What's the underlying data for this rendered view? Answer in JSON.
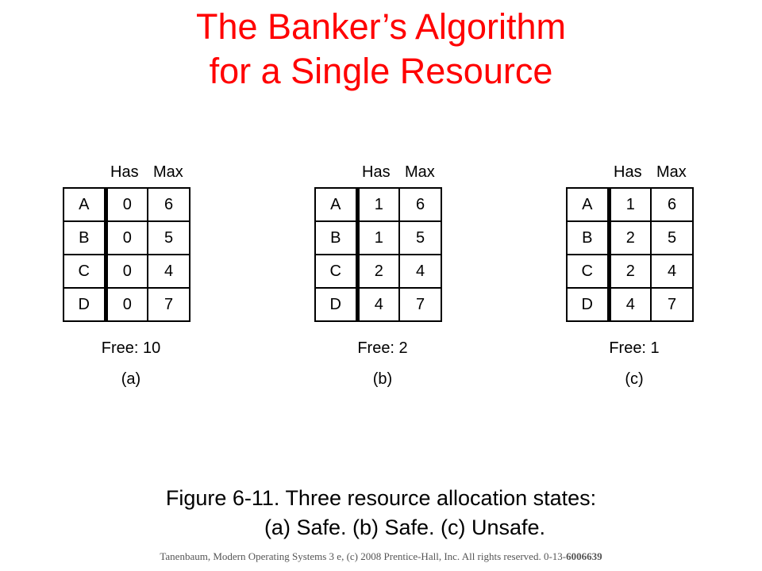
{
  "title": {
    "line1": "The Banker’s Algorithm",
    "line2": "for a Single Resource"
  },
  "headers": {
    "has": "Has",
    "max": "Max"
  },
  "states": [
    {
      "label": "(a)",
      "free": "Free: 10",
      "rows": [
        {
          "p": "A",
          "has": "0",
          "max": "6"
        },
        {
          "p": "B",
          "has": "0",
          "max": "5"
        },
        {
          "p": "C",
          "has": "0",
          "max": "4"
        },
        {
          "p": "D",
          "has": "0",
          "max": "7"
        }
      ]
    },
    {
      "label": "(b)",
      "free": "Free: 2",
      "rows": [
        {
          "p": "A",
          "has": "1",
          "max": "6"
        },
        {
          "p": "B",
          "has": "1",
          "max": "5"
        },
        {
          "p": "C",
          "has": "2",
          "max": "4"
        },
        {
          "p": "D",
          "has": "4",
          "max": "7"
        }
      ]
    },
    {
      "label": "(c)",
      "free": "Free: 1",
      "rows": [
        {
          "p": "A",
          "has": "1",
          "max": "6"
        },
        {
          "p": "B",
          "has": "2",
          "max": "5"
        },
        {
          "p": "C",
          "has": "2",
          "max": "4"
        },
        {
          "p": "D",
          "has": "4",
          "max": "7"
        }
      ]
    }
  ],
  "caption": {
    "line1": "Figure 6-11. Three resource allocation states:",
    "line2": "(a) Safe. (b) Safe. (c) Unsafe."
  },
  "footer": {
    "text": "Tanenbaum, Modern Operating Systems 3 e, (c) 2008 Prentice-Hall, Inc. All rights reserved. 0-13-",
    "isbn_bold": "6006639"
  }
}
